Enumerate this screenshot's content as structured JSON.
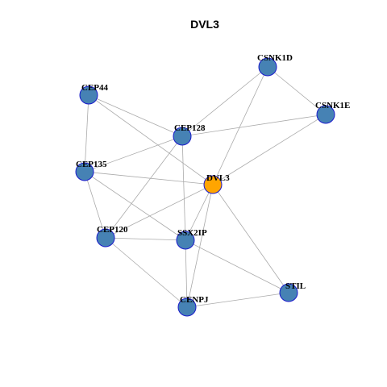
{
  "title": "DVL3",
  "colors": {
    "node_default": "#4682b4",
    "node_focus": "#ffa500",
    "edge": "#aaaaaa",
    "node_border": "#1a1acc"
  },
  "network": {
    "nodes": [
      {
        "id": "DVL3",
        "focus": true
      },
      {
        "id": "CSNK1D"
      },
      {
        "id": "CSNK1E"
      },
      {
        "id": "CEP44"
      },
      {
        "id": "CEP128"
      },
      {
        "id": "CEP135"
      },
      {
        "id": "CEP120"
      },
      {
        "id": "SSX2IP"
      },
      {
        "id": "STIL"
      },
      {
        "id": "CENPJ"
      }
    ],
    "edges": [
      [
        "CSNK1D",
        "CSNK1E"
      ],
      [
        "CSNK1D",
        "CEP128"
      ],
      [
        "CSNK1D",
        "DVL3"
      ],
      [
        "CSNK1E",
        "CEP128"
      ],
      [
        "CSNK1E",
        "DVL3"
      ],
      [
        "CEP44",
        "CEP128"
      ],
      [
        "CEP44",
        "CEP135"
      ],
      [
        "CEP44",
        "DVL3"
      ],
      [
        "CEP128",
        "CEP135"
      ],
      [
        "CEP128",
        "CEP120"
      ],
      [
        "CEP128",
        "SSX2IP"
      ],
      [
        "CEP135",
        "DVL3"
      ],
      [
        "CEP135",
        "SSX2IP"
      ],
      [
        "CEP135",
        "CEP120"
      ],
      [
        "DVL3",
        "CEP120"
      ],
      [
        "DVL3",
        "SSX2IP"
      ],
      [
        "DVL3",
        "STIL"
      ],
      [
        "DVL3",
        "CENPJ"
      ],
      [
        "CEP120",
        "SSX2IP"
      ],
      [
        "CEP120",
        "CENPJ"
      ],
      [
        "SSX2IP",
        "STIL"
      ],
      [
        "SSX2IP",
        "CENPJ"
      ],
      [
        "CENPJ",
        "STIL"
      ]
    ]
  }
}
